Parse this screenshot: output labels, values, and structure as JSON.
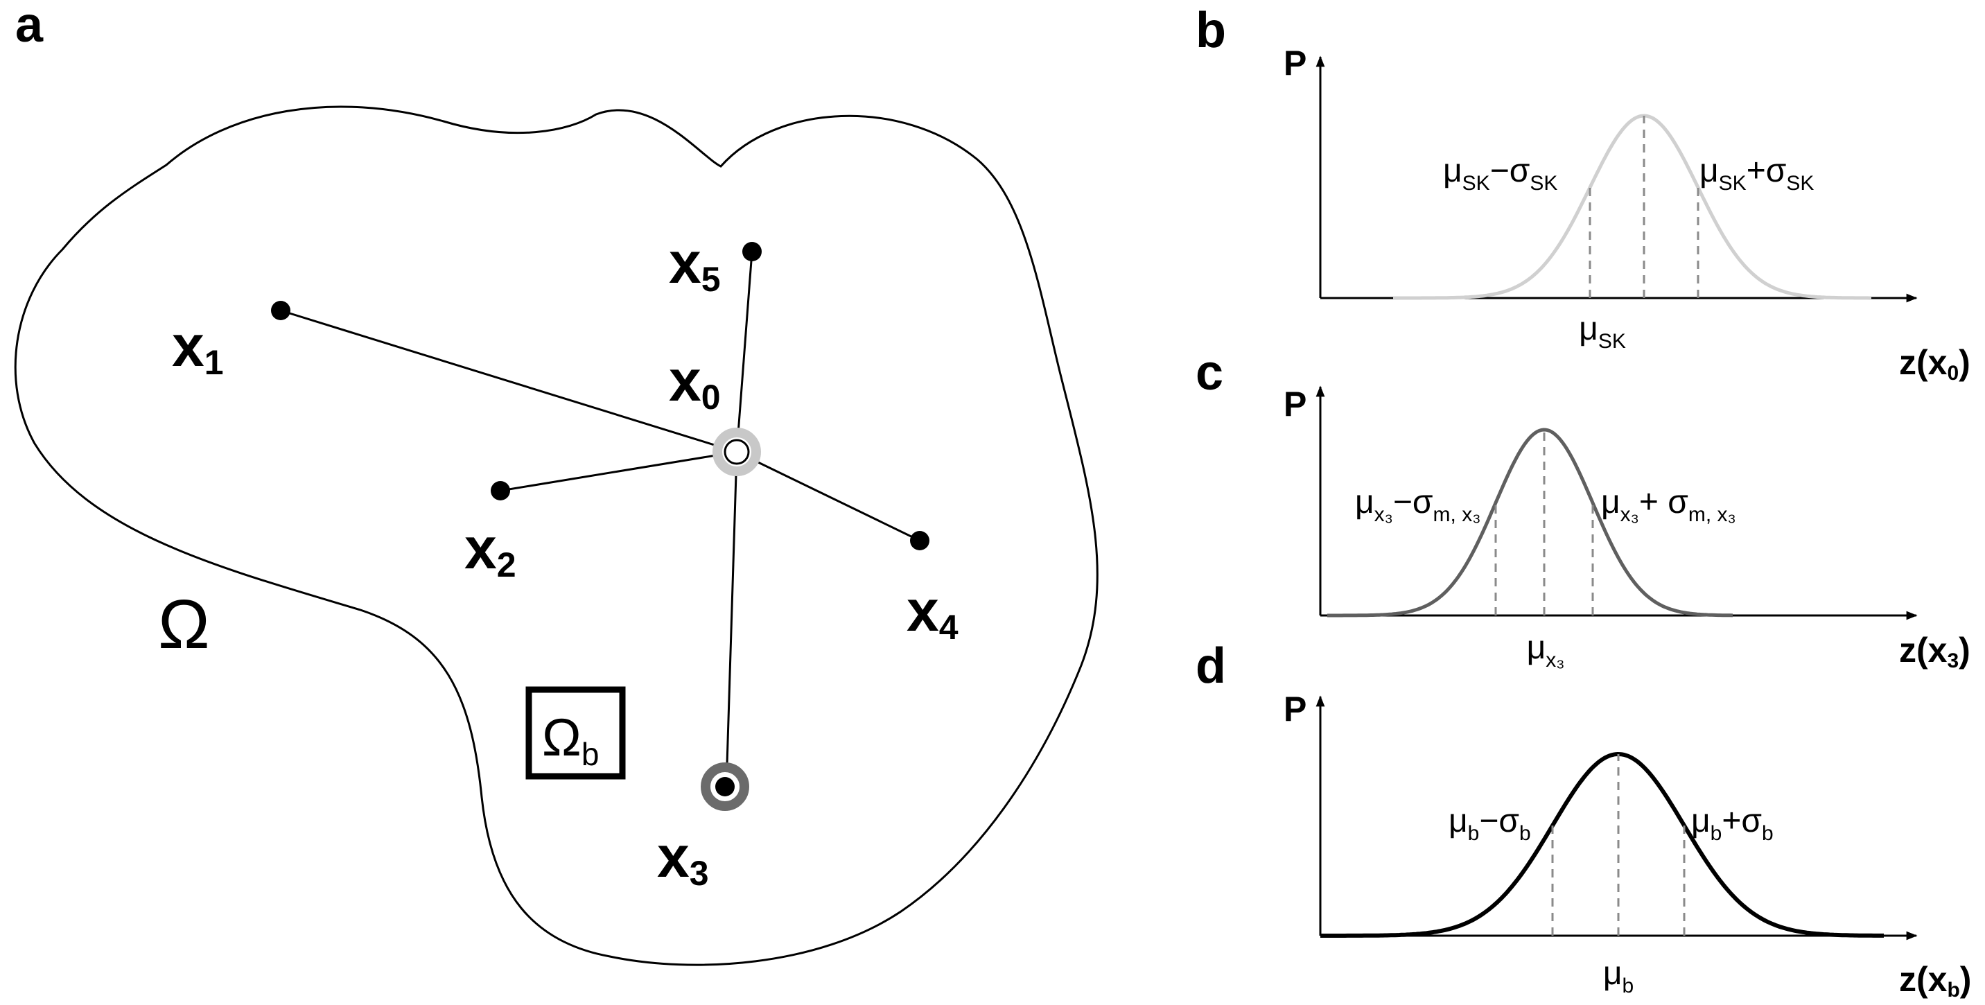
{
  "panels": {
    "a": "a",
    "b": "b",
    "c": "c",
    "d": "d"
  },
  "map": {
    "domain_symbol": "Ω",
    "block_symbol": "Ω",
    "block_subscript": "b",
    "point_base": "x",
    "points": [
      {
        "id": "x0",
        "sub": "0"
      },
      {
        "id": "x1",
        "sub": "1"
      },
      {
        "id": "x2",
        "sub": "2"
      },
      {
        "id": "x3",
        "sub": "3"
      },
      {
        "id": "x4",
        "sub": "4"
      },
      {
        "id": "x5",
        "sub": "5"
      }
    ]
  },
  "plots": [
    {
      "id": "b",
      "y_label": "P",
      "x_label": "z(x",
      "x_label_sub": "0",
      "x_label_close": ")",
      "curve_color": "#d0d0d0",
      "mean_label": {
        "base": "μ",
        "sub": "SK"
      },
      "minus_label": {
        "mu": "μ",
        "mu_sub": "SK",
        "op": "−",
        "sigma": "σ",
        "sigma_sub": "SK"
      },
      "plus_label": {
        "mu": "μ",
        "mu_sub": "SK",
        "op": "+",
        "sigma": "σ",
        "sigma_sub": "SK"
      }
    },
    {
      "id": "c",
      "y_label": "P",
      "x_label": "z(x",
      "x_label_sub": "3",
      "x_label_close": ")",
      "curve_color": "#5f5f5f",
      "mean_label": {
        "base": "μ",
        "sub": "x₃"
      },
      "minus_label": {
        "mu": "μ",
        "mu_sub": "x₃",
        "op": "−",
        "sigma": "σ",
        "sigma_sub": "m, x₃"
      },
      "plus_label": {
        "mu": "μ",
        "mu_sub": "x₃",
        "op": "+ ",
        "sigma": "σ",
        "sigma_sub": "m, x₃"
      }
    },
    {
      "id": "d",
      "y_label": "P",
      "x_label": "z(x",
      "x_label_sub": "b",
      "x_label_close": ")",
      "curve_color": "#000000",
      "mean_label": {
        "base": "μ",
        "sub": "b"
      },
      "minus_label": {
        "mu": "μ",
        "mu_sub": "b",
        "op": "−",
        "sigma": "σ",
        "sigma_sub": "b"
      },
      "plus_label": {
        "mu": "μ",
        "mu_sub": "b",
        "op": "+",
        "sigma": "σ",
        "sigma_sub": "b"
      }
    }
  ]
}
